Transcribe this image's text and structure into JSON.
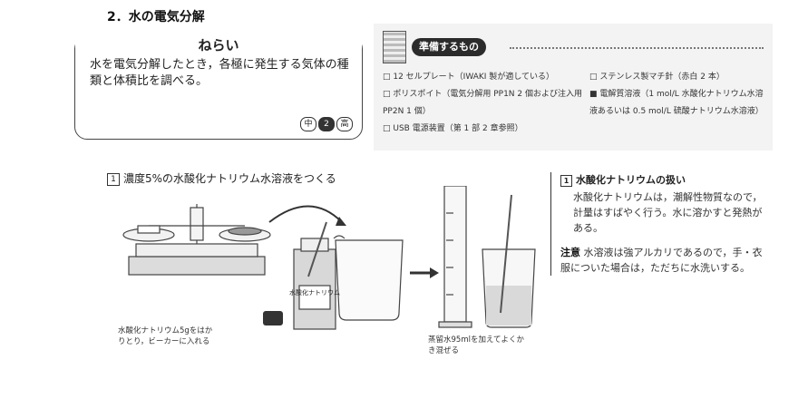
{
  "section": {
    "title": "2．水の電気分解"
  },
  "aim": {
    "title": "ねらい",
    "text": "水を電気分解したとき，各極に発生する気体の種類と体積比を調べる。",
    "levels": [
      "中",
      "2",
      "高"
    ]
  },
  "prep": {
    "title": "準備するもの",
    "left_items": [
      "□ 12 セルプレート（IWAKI 製が適している）",
      "□ ポリスポイト（電気分解用 PP1N 2 個および注入用 PP2N 1 個）",
      "□ USB 電源装置（第 1 部 2 章参照）"
    ],
    "right_items": [
      "□ ステンレス製マチ針（赤白 2 本）",
      "■ 電解質溶液（1 mol/L 水酸化ナトリウム水溶液あるいは 0.5 mol/L 硫酸ナトリウム水溶液）"
    ]
  },
  "figure": {
    "step_number": "1",
    "step_title": "濃度5%の水酸化ナトリウム水溶液をつくる",
    "bottle_label": "水酸化ナトリウム",
    "caption_left": "水酸化ナトリウム5gをはかりとり，ビーカーに入れる",
    "caption_right": "蒸留水95mlを加えてよくかき混ぜる"
  },
  "sidebar": {
    "number": "1",
    "title": "水酸化ナトリウムの扱い",
    "body": "水酸化ナトリウムは，潮解性物質なので，計量はすばやく行う。水に溶かすと発熱がある。",
    "caution_label": "注意",
    "caution_text": "水溶液は強アルカリであるので，手・衣服についた場合は，ただちに水洗いする。"
  }
}
